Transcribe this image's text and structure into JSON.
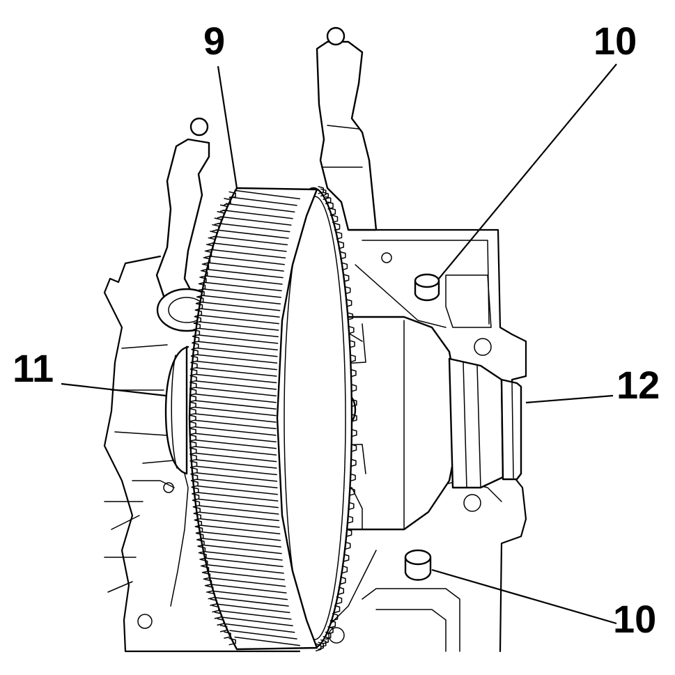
{
  "callouts": {
    "c9": "9",
    "c10_top": "10",
    "c10_bottom": "10",
    "c11": "11",
    "c12": "12"
  }
}
